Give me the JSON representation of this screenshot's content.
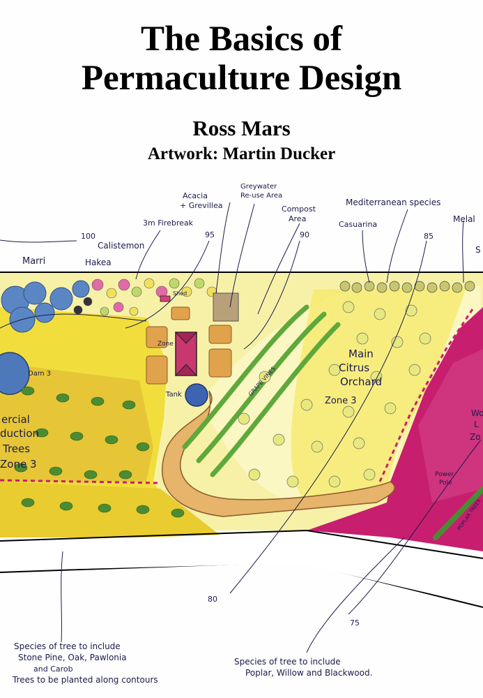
{
  "title_line1": "The Basics of",
  "title_line2": "Permaculture Design",
  "author": "Ross Mars",
  "artwork": "Artwork: Martin Ducker",
  "labels": {
    "acacia": "Acacia",
    "grevillea": "+ Grevillea",
    "greywater": "Greywater",
    "reuse": "Re-use Area",
    "compost": "Compost",
    "compost_area": "Area",
    "mediterranean": "Mediterranean species",
    "firebreak": "3m Firebreak",
    "casuarina": "Casuarina",
    "melal": "Melal",
    "c100": "100",
    "c95": "95",
    "c90": "90",
    "c85": "85",
    "c80": "80",
    "c75": "75",
    "calistemon": "Calistemon",
    "marri": "Marri",
    "hakea": "Hakea",
    "shed": "Shed",
    "zone": "Zone",
    "tank": "Tank",
    "dam": "Dam 3",
    "comm1": "ercial",
    "comm2": "duction",
    "comm3": "Trees",
    "comm4": "Zone 3",
    "main": "Main",
    "citrus": "Citrus",
    "orchard": "Orchard",
    "zone3": "Zone 3",
    "grapevines": "GRAPE VINES",
    "powerpole1": "Power",
    "powerpole2": "Pole",
    "woodlot1": "Wo",
    "woodlot2": "L",
    "woodlot3": "Zo",
    "poplar_rows": "POPLAR TREES",
    "s_edge": "S",
    "note_left_1": "Species of tree to include",
    "note_left_2": "Stone Pine, Oak, Pawlonia",
    "note_left_3": "and Carob",
    "note_left_4": "Trees to be planted along contours",
    "note_right_1": "Species of tree to include",
    "note_right_2": "Poplar, Willow and Blackwood."
  },
  "colors": {
    "yellow": "#f1e24a",
    "dark_yellow": "#d9ac2c",
    "pale_yellow": "#f6f2a4",
    "magenta": "#c71e6f",
    "blue": "#5a86c4",
    "green": "#5fa83b",
    "orange": "#e0a24b",
    "brown": "#8a5a2b",
    "pink": "#e26aa6",
    "ink": "#1a1a4a"
  }
}
